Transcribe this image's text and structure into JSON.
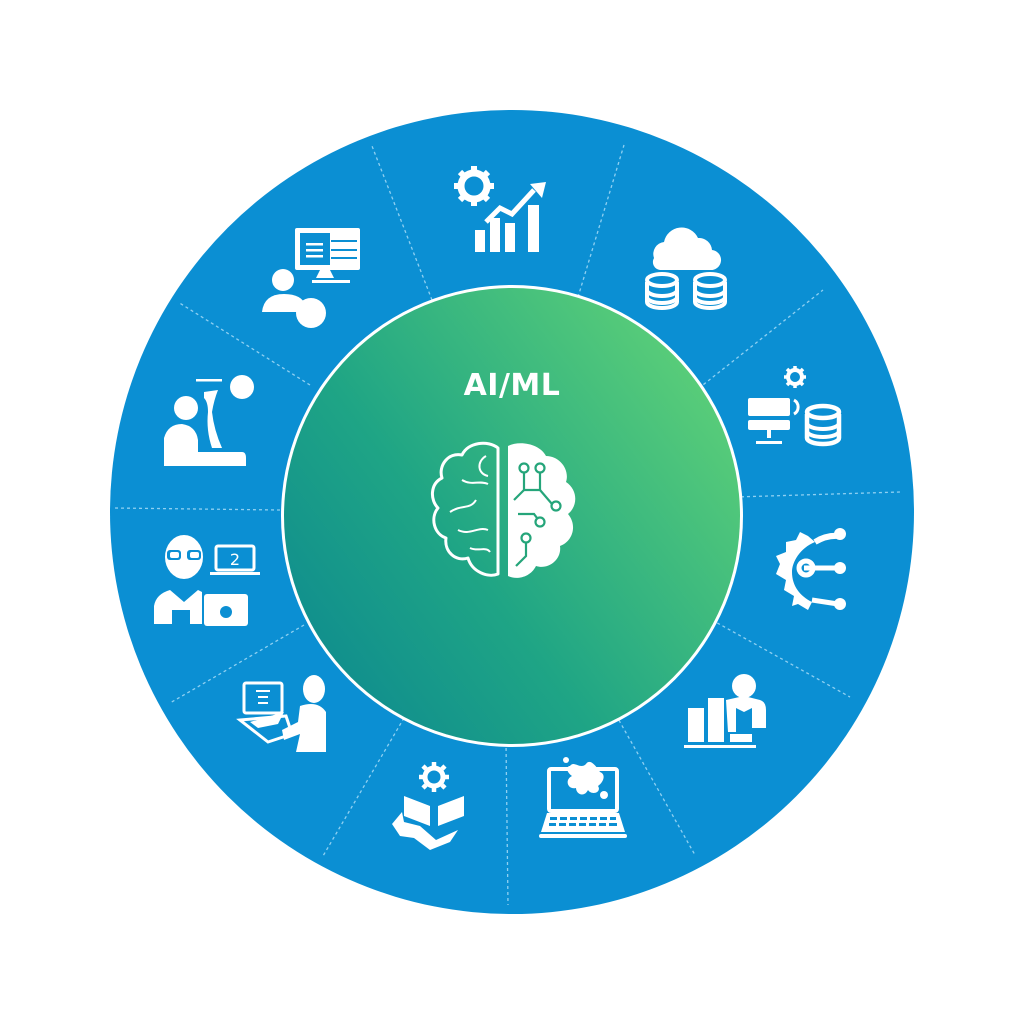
{
  "diagram": {
    "type": "circular-hub-and-spoke",
    "center": {
      "title": "AI/ML",
      "icon": "brain-circuit-icon",
      "gradient_start": "#0e8c8c",
      "gradient_end": "#55cc7a"
    },
    "ring": {
      "color": "#0b8fd3",
      "separator_color": "#8fd0f2",
      "segment_count": 10
    },
    "segments": [
      {
        "position": "top",
        "icon": "gear-growth-chart-icon"
      },
      {
        "position": "top-right",
        "icon": "cloud-databases-icon"
      },
      {
        "position": "right-upper",
        "icon": "computer-database-gear-icon"
      },
      {
        "position": "right",
        "icon": "gear-network-nodes-icon"
      },
      {
        "position": "bottom-right",
        "icon": "business-person-chart-icon"
      },
      {
        "position": "bottom",
        "icon": "laptop-splash-icon"
      },
      {
        "position": "bottom-left",
        "icon": "book-gear-hand-icon"
      },
      {
        "position": "left-lower",
        "icon": "person-typing-laptop-icon"
      },
      {
        "position": "left",
        "icon": "developer-glasses-laptop-icon"
      },
      {
        "position": "left-upper",
        "icon": "person-desk-idea-icon"
      },
      {
        "position": "top-left",
        "icon": "users-presentation-monitor-icon"
      }
    ]
  }
}
